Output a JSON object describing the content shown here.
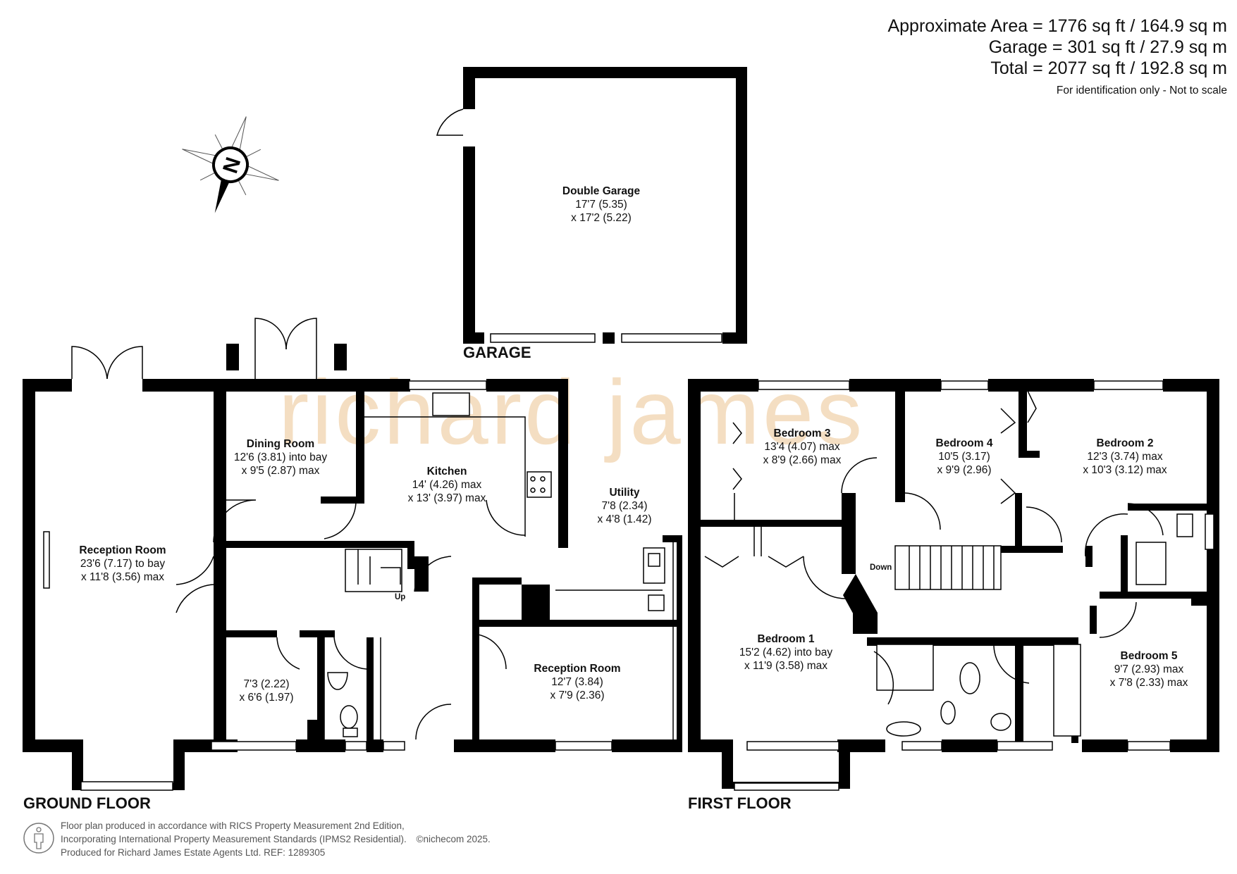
{
  "area": {
    "approximate": "Approximate Area = 1776 sq ft / 164.9 sq m",
    "garage": "Garage = 301 sq ft / 27.9 sq m",
    "total": "Total = 2077 sq ft / 192.8 sq m",
    "note": "For identification only - Not to scale"
  },
  "compass": {
    "letter": "N",
    "icon": "compass-rose-icon"
  },
  "watermark": "richard james",
  "floors": {
    "garage": "GARAGE",
    "ground": "GROUND FLOOR",
    "first": "FIRST FLOOR"
  },
  "rooms": {
    "garage": {
      "name": "Double Garage",
      "dim1": "17'7 (5.35)",
      "dim2": "x 17'2 (5.22)"
    },
    "reception1": {
      "name": "Reception Room",
      "dim1": "23'6 (7.17) to bay",
      "dim2": "x 11'8 (3.56) max"
    },
    "dining": {
      "name": "Dining Room",
      "dim1": "12'6 (3.81) into bay",
      "dim2": "x 9'5 (2.87) max"
    },
    "kitchen": {
      "name": "Kitchen",
      "dim1": "14' (4.26) max",
      "dim2": "x 13' (3.97) max"
    },
    "utility": {
      "name": "Utility",
      "dim1": "7'8 (2.34)",
      "dim2": "x 4'8 (1.42)"
    },
    "reception2": {
      "name": "Reception Room",
      "dim1": "12'7 (3.84)",
      "dim2": "x 7'9 (2.36)"
    },
    "study": {
      "dim1": "7'3 (2.22)",
      "dim2": "x 6'6 (1.97)"
    },
    "bedroom1": {
      "name": "Bedroom 1",
      "dim1": "15'2 (4.62) into bay",
      "dim2": "x 11'9 (3.58) max"
    },
    "bedroom2": {
      "name": "Bedroom 2",
      "dim1": "12'3 (3.74) max",
      "dim2": "x 10'3 (3.12) max"
    },
    "bedroom3": {
      "name": "Bedroom 3",
      "dim1": "13'4 (4.07) max",
      "dim2": "x 8'9 (2.66) max"
    },
    "bedroom4": {
      "name": "Bedroom 4",
      "dim1": "10'5 (3.17)",
      "dim2": "x 9'9 (2.96)"
    },
    "bedroom5": {
      "name": "Bedroom 5",
      "dim1": "9'7 (2.93) max",
      "dim2": "x 7'8 (2.33) max"
    }
  },
  "stairs": {
    "up": "Up",
    "down": "Down"
  },
  "footer": {
    "line1": "Floor plan produced in accordance with RICS Property Measurement 2nd Edition,",
    "line2": "Incorporating International Property Measurement Standards (IPMS2 Residential).",
    "copyright": "©nichecom 2025.",
    "line3": "Produced for Richard James Estate Agents Ltd.   REF: 1289305"
  }
}
